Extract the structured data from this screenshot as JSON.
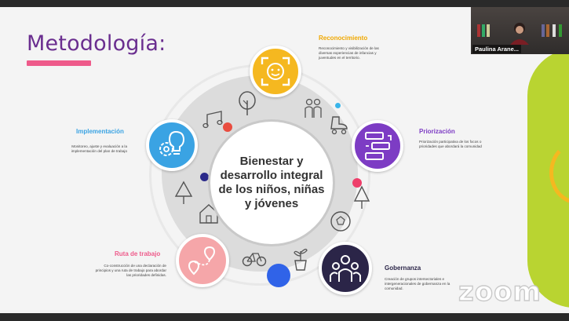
{
  "slide": {
    "title": "Metodología:",
    "center_text": "Bienestar y desarrollo integral de los niños, niñas y jóvenes",
    "colors": {
      "title": "#6a2e8f",
      "accent_bar": "#ee5a8a",
      "reconocimiento": "#f5b820",
      "priorizacion": "#7d3cc4",
      "gobernanza": "#2b2548",
      "ruta": "#f5a6a9",
      "implementacion": "#3aa3e3"
    },
    "stages": {
      "reconocimiento": {
        "title": "Reconocimiento",
        "description": "Reconocimiento y visibilización de las diversas experiencias de infancias y juventudes en el territorio.",
        "icon": "face-scan-icon"
      },
      "priorizacion": {
        "title": "Priorización",
        "description": "Priorización participativa de los focos o prioridades que abordará la comunidad",
        "icon": "list-flow-icon"
      },
      "gobernanza": {
        "title": "Gobernanza",
        "description": "Creación de grupos intersectoriales e intergeneracionales de gobernanza en la comunidad.",
        "icon": "group-people-icon"
      },
      "ruta": {
        "title": "Ruta de trabajo",
        "description": "Co-construcción de una declaración de principios y una ruta de trabajo para abordar las prioridades definidas.",
        "icon": "route-pin-icon"
      },
      "implementacion": {
        "title": "Implementación",
        "description": "Monitoreo, ajuste y evaluación a la implementación del plan de trabajo",
        "icon": "bulb-gear-icon"
      }
    }
  },
  "video": {
    "participant_name": "Paulina Arane...",
    "watermark": "zoom"
  }
}
